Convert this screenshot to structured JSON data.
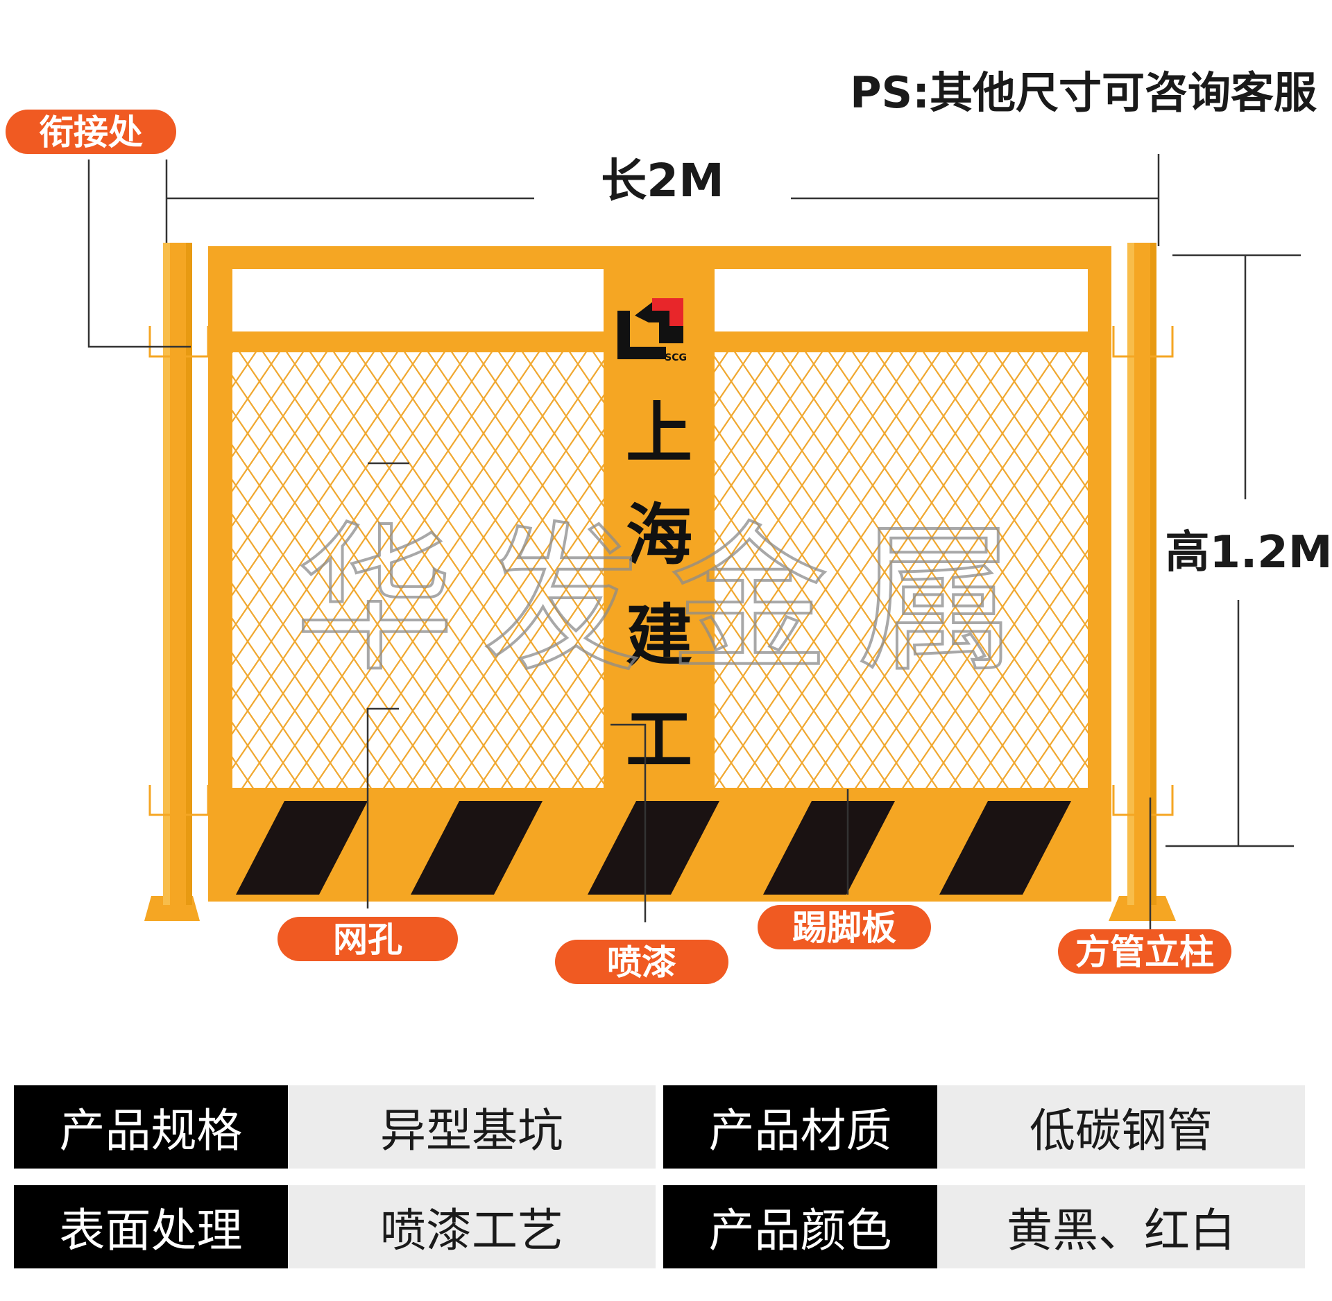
{
  "note": "PS:其他尺寸可咨询客服",
  "dimensions": {
    "length": "长2M",
    "height": "高1.2M"
  },
  "sign": {
    "chars": [
      "上",
      "海",
      "建",
      "工"
    ],
    "logo_text": "SCG"
  },
  "watermark": "华发金属",
  "callouts": {
    "joint": "衔接处",
    "mesh": "网孔",
    "paint": "喷漆",
    "kickboard": "踢脚板",
    "post": "方管立柱"
  },
  "specs": [
    {
      "key": "产品规格",
      "value": "异型基坑",
      "key2": "产品材质",
      "value2": "低碳钢管"
    },
    {
      "key": "表面处理",
      "value": "喷漆工艺",
      "key2": "产品颜色",
      "value2": "黄黑、红白"
    }
  ],
  "colors": {
    "frame": "#f5a623",
    "frame_dark": "#e89a12",
    "mesh": "#f0a830",
    "stripe": "#1a1212",
    "pill": "#f05a22",
    "line": "#333333",
    "logo_red": "#e8262a"
  }
}
